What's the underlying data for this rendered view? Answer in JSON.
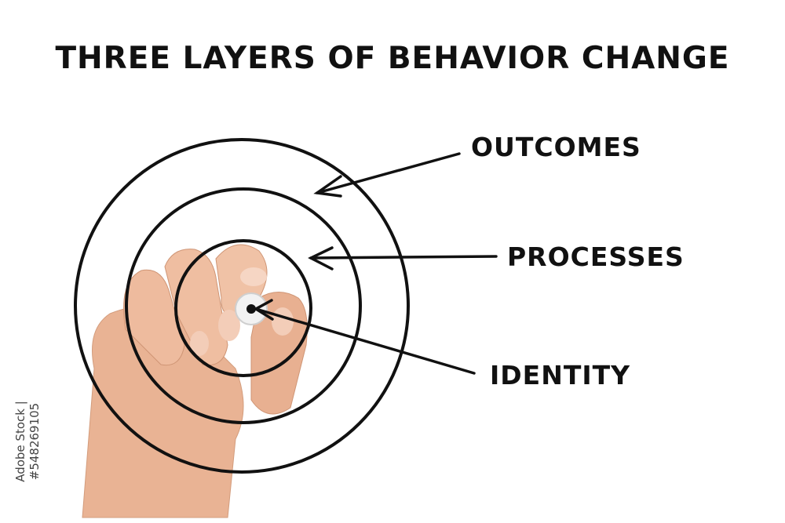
{
  "title": "THREE LAYERS OF BEHAVIOR CHANGE",
  "layers": [
    {
      "label": "OUTCOMES"
    },
    {
      "label": "PROCESSES"
    },
    {
      "label": "IDENTITY"
    }
  ],
  "watermark": "Adobe Stock | #548269105",
  "colors": {
    "ink": "#111111",
    "skin": "#e9b394",
    "skin_shadow": "#c98e6e",
    "marker": "#f2f2f2"
  },
  "icons": [
    "hand-holding-marker-icon"
  ]
}
